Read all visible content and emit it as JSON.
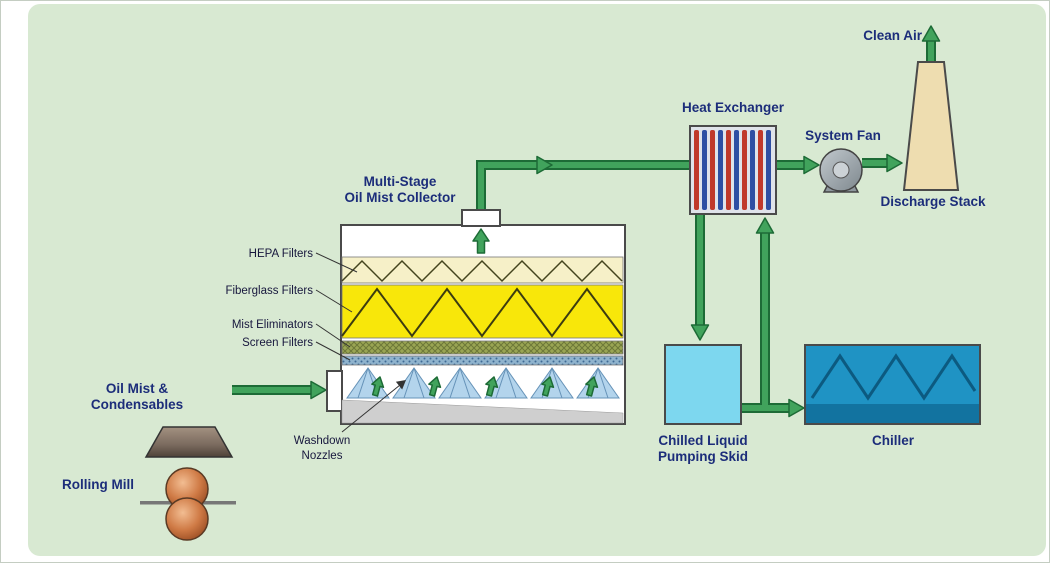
{
  "colors": {
    "background": "#d8e9d2",
    "pipe_green": "#41a35c",
    "pipe_outline": "#1d6b36",
    "label_navy": "#1c2d7a",
    "hepa_cream": "#f6f0c8",
    "fiberglass_yellow": "#f8e70a",
    "mist_olive": "#9aa553",
    "screen_blue": "#8fb3cd",
    "spray_blue": "#b3d4ec",
    "stack_tan": "#eeddb0",
    "skid_cyan": "#7dd7ef",
    "chiller_blue": "#1f93c4",
    "chiller_dark": "#0c5a80",
    "coil_red": "#c0392b",
    "coil_blue": "#2e4fa3",
    "fan_gray": "#8f989e",
    "roller_copper": "#cf7a45",
    "hood_gray": "#7a6a5e"
  },
  "labels": {
    "clean_air": "Clean Air",
    "heat_exchanger": "Heat Exchanger",
    "system_fan": "System Fan",
    "discharge_stack": "Discharge Stack",
    "collector_line1": "Multi-Stage",
    "collector_line2": "Oil Mist Collector",
    "hepa": "HEPA Filters",
    "fiberglass": "Fiberglass Filters",
    "mist_eliminators": "Mist Eliminators",
    "screen_filters": "Screen Filters",
    "washdown_line1": "Washdown",
    "washdown_line2": "Nozzles",
    "oil_mist_line1": "Oil Mist &",
    "oil_mist_line2": "Condensables",
    "rolling_mill": "Rolling Mill",
    "skid_line1": "Chilled Liquid",
    "skid_line2": "Pumping Skid",
    "chiller": "Chiller"
  }
}
